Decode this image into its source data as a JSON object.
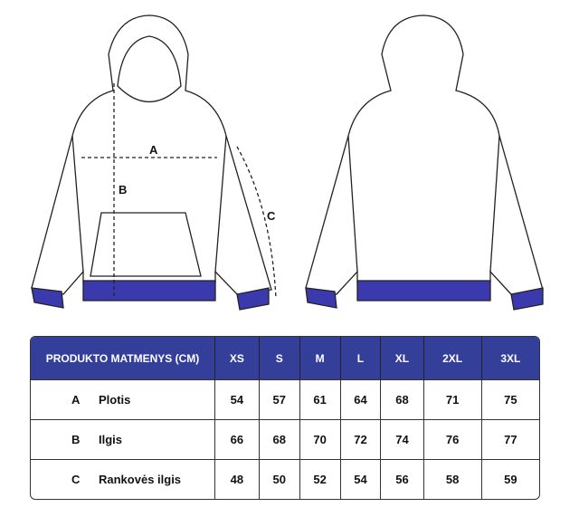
{
  "diagram": {
    "labels": {
      "a": "A",
      "b": "B",
      "c": "C"
    }
  },
  "colors": {
    "header": "#343f99",
    "cuff": "#3a3aae"
  },
  "table": {
    "header": "PRODUKTO MATMENYS (CM)",
    "sizes": [
      "XS",
      "S",
      "M",
      "L",
      "XL",
      "2XL",
      "3XL"
    ],
    "rows": [
      {
        "code": "A",
        "name": "Plotis",
        "values": [
          "54",
          "57",
          "61",
          "64",
          "68",
          "71",
          "75"
        ]
      },
      {
        "code": "B",
        "name": "Ilgis",
        "values": [
          "66",
          "68",
          "70",
          "72",
          "74",
          "76",
          "77"
        ]
      },
      {
        "code": "C",
        "name": "Rankovės ilgis",
        "values": [
          "48",
          "50",
          "52",
          "54",
          "56",
          "58",
          "59"
        ]
      }
    ]
  }
}
